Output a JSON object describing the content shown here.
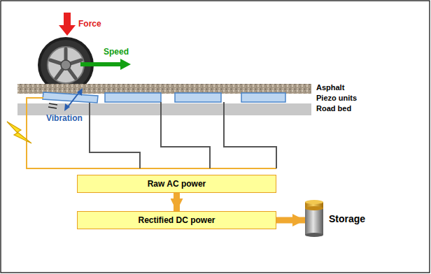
{
  "diagram": {
    "nodes": [
      {
        "text": [
          "Raw AC power"
        ]
      },
      {
        "text": [
          "Rectified DC power"
        ]
      },
      {
        "text": [
          "Storage"
        ]
      }
    ],
    "edges": [
      {
        "from": 0,
        "to": 1,
        "arrow": "to"
      },
      {
        "from": 1,
        "to": 2,
        "arrow": "to"
      }
    ],
    "labels": [
      "Force",
      "Speed",
      "Asphalt",
      "Piezo units",
      "Road bed",
      "Vibration"
    ]
  }
}
